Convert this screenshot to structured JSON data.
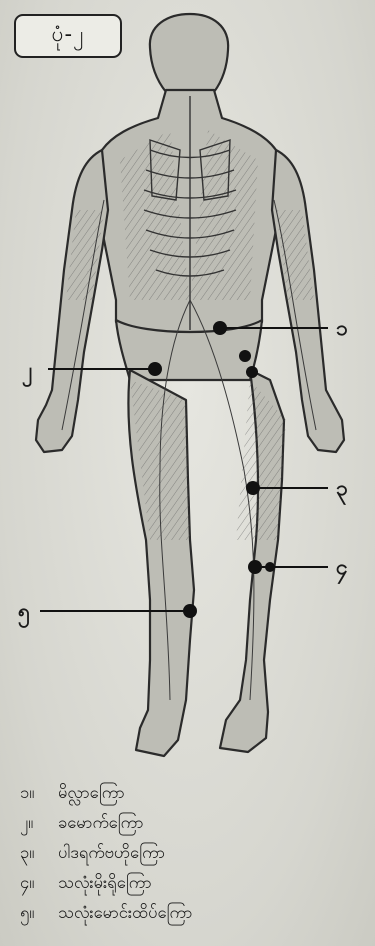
{
  "figure_label": "ပုံ-၂",
  "markers": [
    {
      "id": "1",
      "number": "၁"
    },
    {
      "id": "2",
      "number": "၂"
    },
    {
      "id": "3",
      "number": "၃"
    },
    {
      "id": "4",
      "number": "၄"
    },
    {
      "id": "5",
      "number": "၅"
    }
  ],
  "legend": [
    {
      "num": "၁။",
      "text": "မိလ္လာကြော"
    },
    {
      "num": "၂။",
      "text": "ခမောက်ကြော"
    },
    {
      "num": "၃။",
      "text": "ပါဒရက်ဗဟိုကြော"
    },
    {
      "num": "၄။",
      "text": "သလုံးမိုးရိုကြော"
    },
    {
      "num": "၅။",
      "text": "သလုံးမောင်းထိပ်ကြော"
    }
  ]
}
